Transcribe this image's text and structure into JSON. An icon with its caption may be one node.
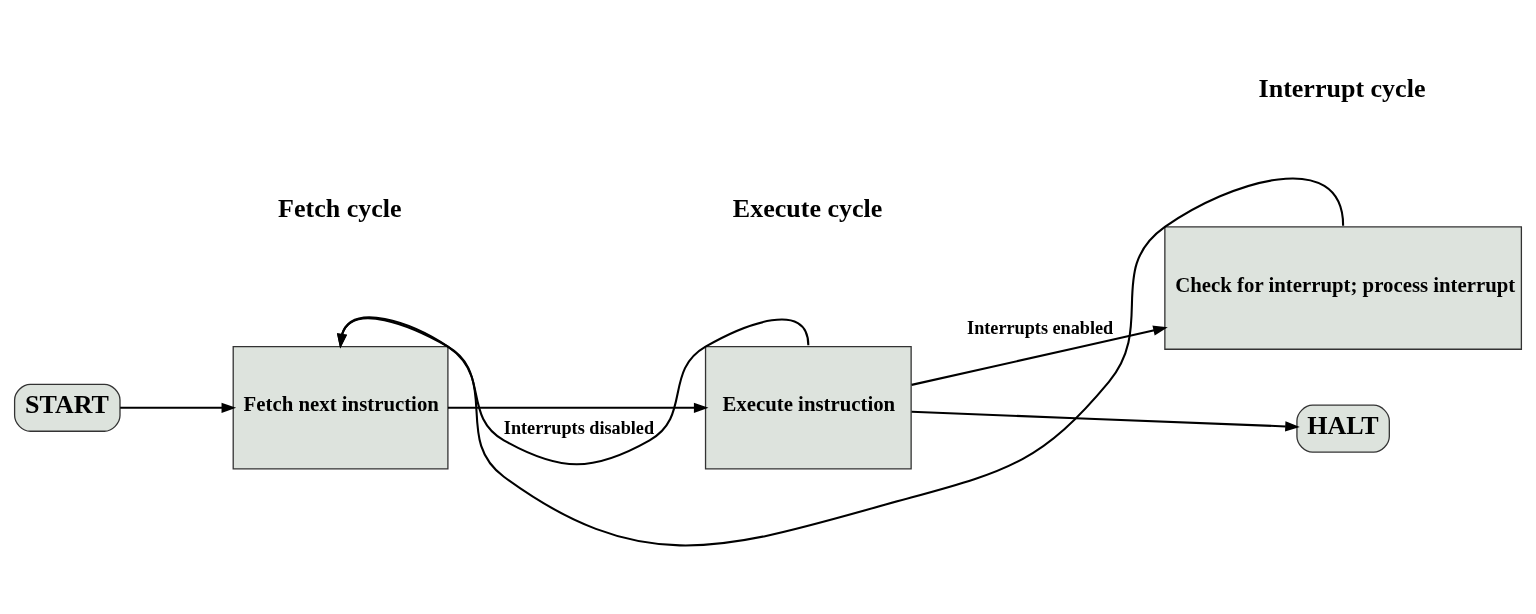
{
  "diagram": {
    "nodes": [
      {
        "text": [
          "START"
        ]
      },
      {
        "text": [
          "Fetch next instruction"
        ]
      },
      {
        "text": [
          "Execute instruction"
        ]
      },
      {
        "text": [
          "Check for interrupt; process interrupt"
        ]
      },
      {
        "text": [
          "HALT"
        ]
      }
    ],
    "edges": [
      {
        "from": 0,
        "to": 1,
        "arrow": "to"
      },
      {
        "from": 1,
        "to": 2,
        "arrow": "to"
      },
      {
        "from": 2,
        "to": 3,
        "arrow": "to",
        "label": "Interrupts enabled"
      },
      {
        "from": 2,
        "to": 1,
        "arrow": "to",
        "label": "Interrupts disabled"
      },
      {
        "from": 3,
        "to": 1,
        "arrow": "to"
      },
      {
        "from": 2,
        "to": 4,
        "arrow": "to"
      }
    ],
    "labels": [
      "Fetch cycle",
      "Execute cycle",
      "Interrupt cycle"
    ]
  }
}
